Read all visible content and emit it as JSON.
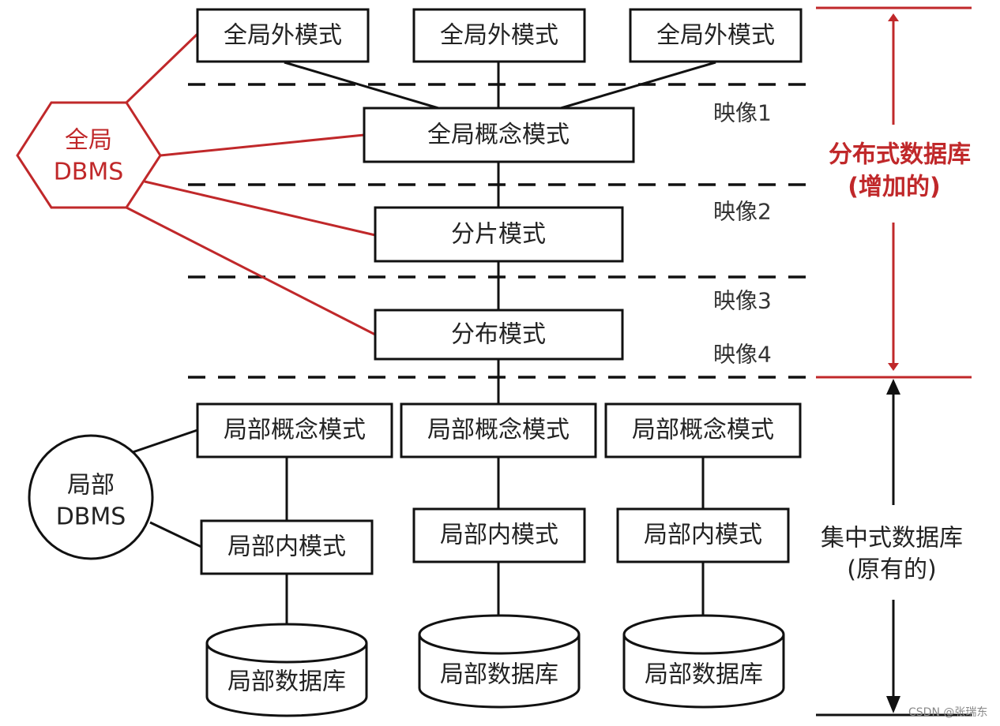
{
  "diagram": {
    "global_external": [
      "全局外模式",
      "全局外模式",
      "全局外模式"
    ],
    "global_conceptual": "全局概念模式",
    "fragment": "分片模式",
    "allocation": "分布模式",
    "local_conceptual": [
      "局部概念模式",
      "局部概念模式",
      "局部概念模式"
    ],
    "local_internal": [
      "局部内模式",
      "局部内模式",
      "局部内模式"
    ],
    "local_db": [
      "局部数据库",
      "局部数据库",
      "局部数据库"
    ],
    "global_dbms": {
      "line1": "全局",
      "line2": "DBMS"
    },
    "local_dbms": {
      "line1": "局部",
      "line2": "DBMS"
    },
    "mappings": [
      "映像1",
      "映像2",
      "映像3",
      "映像4"
    ],
    "distributed_label": {
      "line1": "分布式数据库",
      "line2": "(增加的)"
    },
    "centralized_label": {
      "line1": "集中式数据库",
      "line2": "(原有的)"
    },
    "watermark": "CSDN @张瑞东",
    "colors": {
      "accent_red": "#c0282a",
      "line_black": "#111111"
    }
  }
}
